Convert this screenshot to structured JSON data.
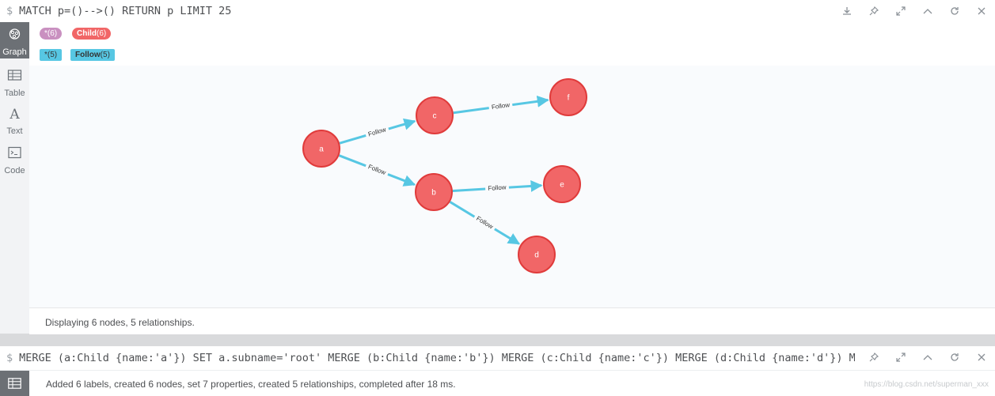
{
  "frame1": {
    "query": "MATCH p=()-->() RETURN p LIMIT 25",
    "prompt_symbol": "$",
    "controls": [
      "download-icon",
      "pin-icon",
      "expand-icon",
      "collapse-icon",
      "rerun-icon",
      "close-icon"
    ],
    "sidebar": [
      {
        "label": "Graph",
        "icon": "graph-icon",
        "active": true
      },
      {
        "label": "Table",
        "icon": "table-icon",
        "active": false
      },
      {
        "label": "Text",
        "icon": "text-icon",
        "active": false
      },
      {
        "label": "Code",
        "icon": "code-icon",
        "active": false
      }
    ],
    "legend": {
      "all_nodes": "*(6)",
      "child_label": "Child",
      "child_count": "(6)",
      "all_rels": "*(5)",
      "follow_label": "Follow",
      "follow_count": "(5)"
    },
    "graph": {
      "node_color": "#f16667",
      "node_stroke": "#e03b3b",
      "rel_color": "#57c7e3",
      "nodes": [
        {
          "id": "a",
          "label": "a"
        },
        {
          "id": "b",
          "label": "b"
        },
        {
          "id": "c",
          "label": "c"
        },
        {
          "id": "d",
          "label": "d"
        },
        {
          "id": "e",
          "label": "e"
        },
        {
          "id": "f",
          "label": "f"
        }
      ],
      "relationships": [
        {
          "from": "a",
          "to": "c",
          "type": "Follow"
        },
        {
          "from": "a",
          "to": "b",
          "type": "Follow"
        },
        {
          "from": "c",
          "to": "f",
          "type": "Follow"
        },
        {
          "from": "b",
          "to": "e",
          "type": "Follow"
        },
        {
          "from": "b",
          "to": "d",
          "type": "Follow"
        }
      ]
    },
    "status": "Displaying 6 nodes, 5 relationships."
  },
  "frame2": {
    "prompt_symbol": "$",
    "query": "MERGE (a:Child {name:'a'}) SET a.subname='root' MERGE (b:Child {name:'b'}) MERGE (c:Child {name:'c'}) MERGE (d:Child {name:'d'}) MERGE…",
    "controls": [
      "pin-icon",
      "expand-icon",
      "collapse-icon",
      "rerun-icon",
      "close-icon"
    ],
    "result": "Added 6 labels, created 6 nodes, set 7 properties, created 5 relationships, completed after 18 ms.",
    "watermark": "https://blog.csdn.net/superman_xxx"
  }
}
